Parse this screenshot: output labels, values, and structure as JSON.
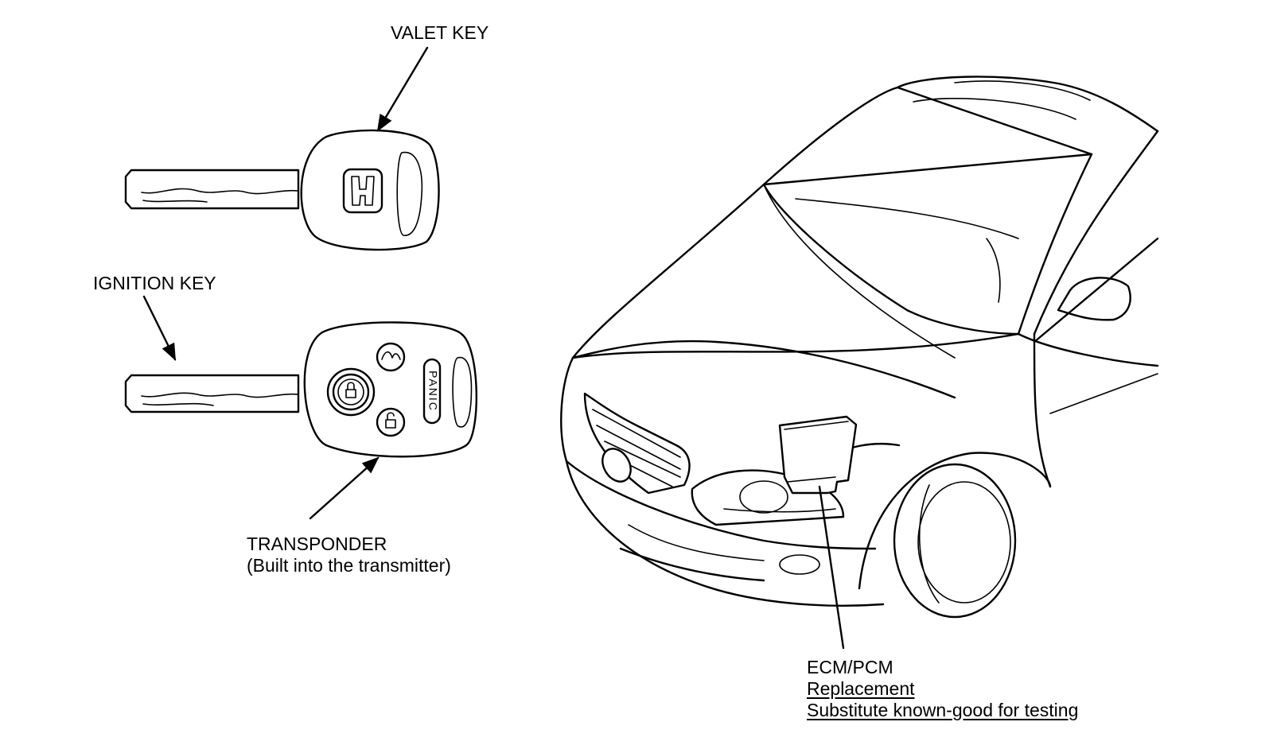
{
  "labels": {
    "valet_key": "VALET KEY",
    "ignition_key": "IGNITION KEY",
    "transponder": "TRANSPONDER",
    "transponder_note": "(Built into the transmitter)",
    "ecm_pcm": "ECM/PCM",
    "replacement": "Replacement",
    "substitute": "Substitute known-good for testing"
  },
  "remote_buttons": {
    "panic": "PANIC"
  },
  "icons": [
    "honda-logo-icon",
    "lock-icon",
    "unlock-icon",
    "trunk-icon"
  ]
}
